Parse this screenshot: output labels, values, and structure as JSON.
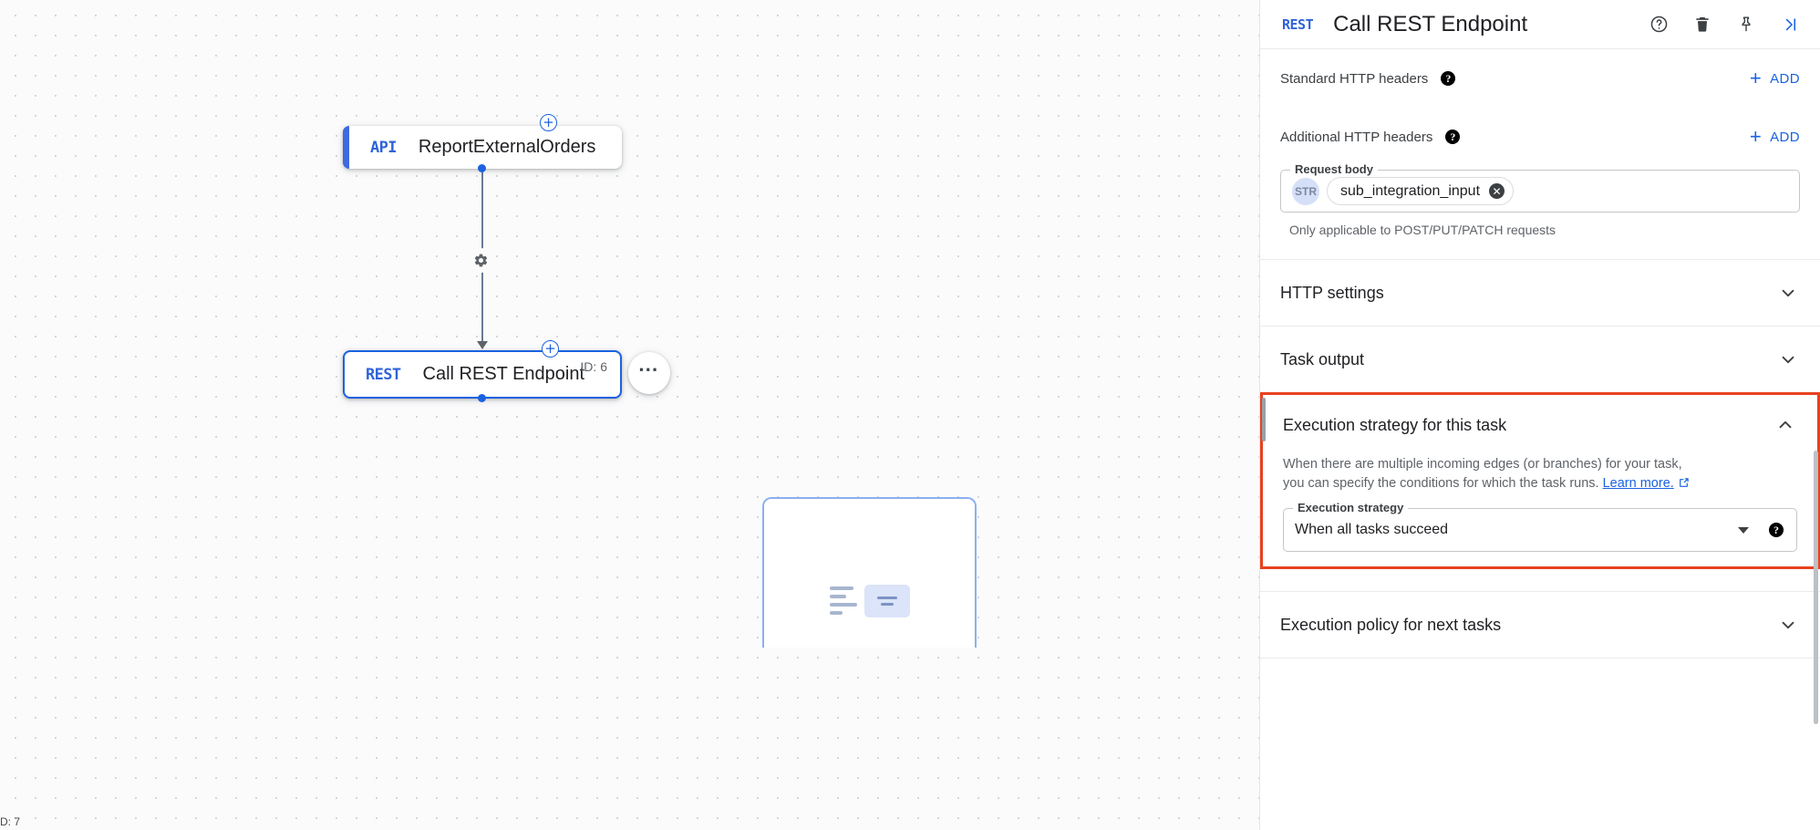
{
  "canvas": {
    "corner_label": "D: 7",
    "nodes": [
      {
        "badge": "API",
        "title": "ReportExternalOrders",
        "id_label": ""
      },
      {
        "badge": "REST",
        "title": "Call REST Endpoint",
        "id_label": "ID: 6"
      }
    ],
    "gear_icon": "settings-gear-icon",
    "add_node_icon": "plus-circle-icon",
    "overflow_icon": "more-horizontal-icon",
    "dropzone_icon": "placeholder-card-icon",
    "accent_color": "#3f69e0",
    "selected_border_color": "#1a62e0"
  },
  "panel": {
    "header": {
      "badge": "REST",
      "title": "Call REST Endpoint",
      "actions": [
        {
          "name": "help-icon",
          "glyph": "?"
        },
        {
          "name": "delete-icon",
          "glyph": "trash"
        },
        {
          "name": "pin-icon",
          "glyph": "pin"
        },
        {
          "name": "collapse-panel-icon",
          "glyph": ">|"
        }
      ]
    },
    "standard_headers": {
      "label": "Standard HTTP headers",
      "add_label": "ADD"
    },
    "additional_headers": {
      "label": "Additional HTTP headers",
      "add_label": "ADD"
    },
    "request_body": {
      "legend": "Request body",
      "type_badge": "STR",
      "variable": "sub_integration_input",
      "helper": "Only applicable to POST/PUT/PATCH requests"
    },
    "sections": [
      {
        "title": "HTTP settings",
        "expanded": false
      },
      {
        "title": "Task output",
        "expanded": false
      }
    ],
    "execution_strategy": {
      "title": "Execution strategy for this task",
      "expanded": true,
      "description_line1": "When there are multiple incoming edges (or branches) for your task,",
      "description_line2": "you can specify the conditions for which the task runs.",
      "learn_more": "Learn more.",
      "field_legend": "Execution strategy",
      "selected_value": "When all tasks succeed",
      "highlight_color": "#e8411f"
    },
    "execution_policy": {
      "title": "Execution policy for next tasks",
      "expanded": false
    }
  }
}
